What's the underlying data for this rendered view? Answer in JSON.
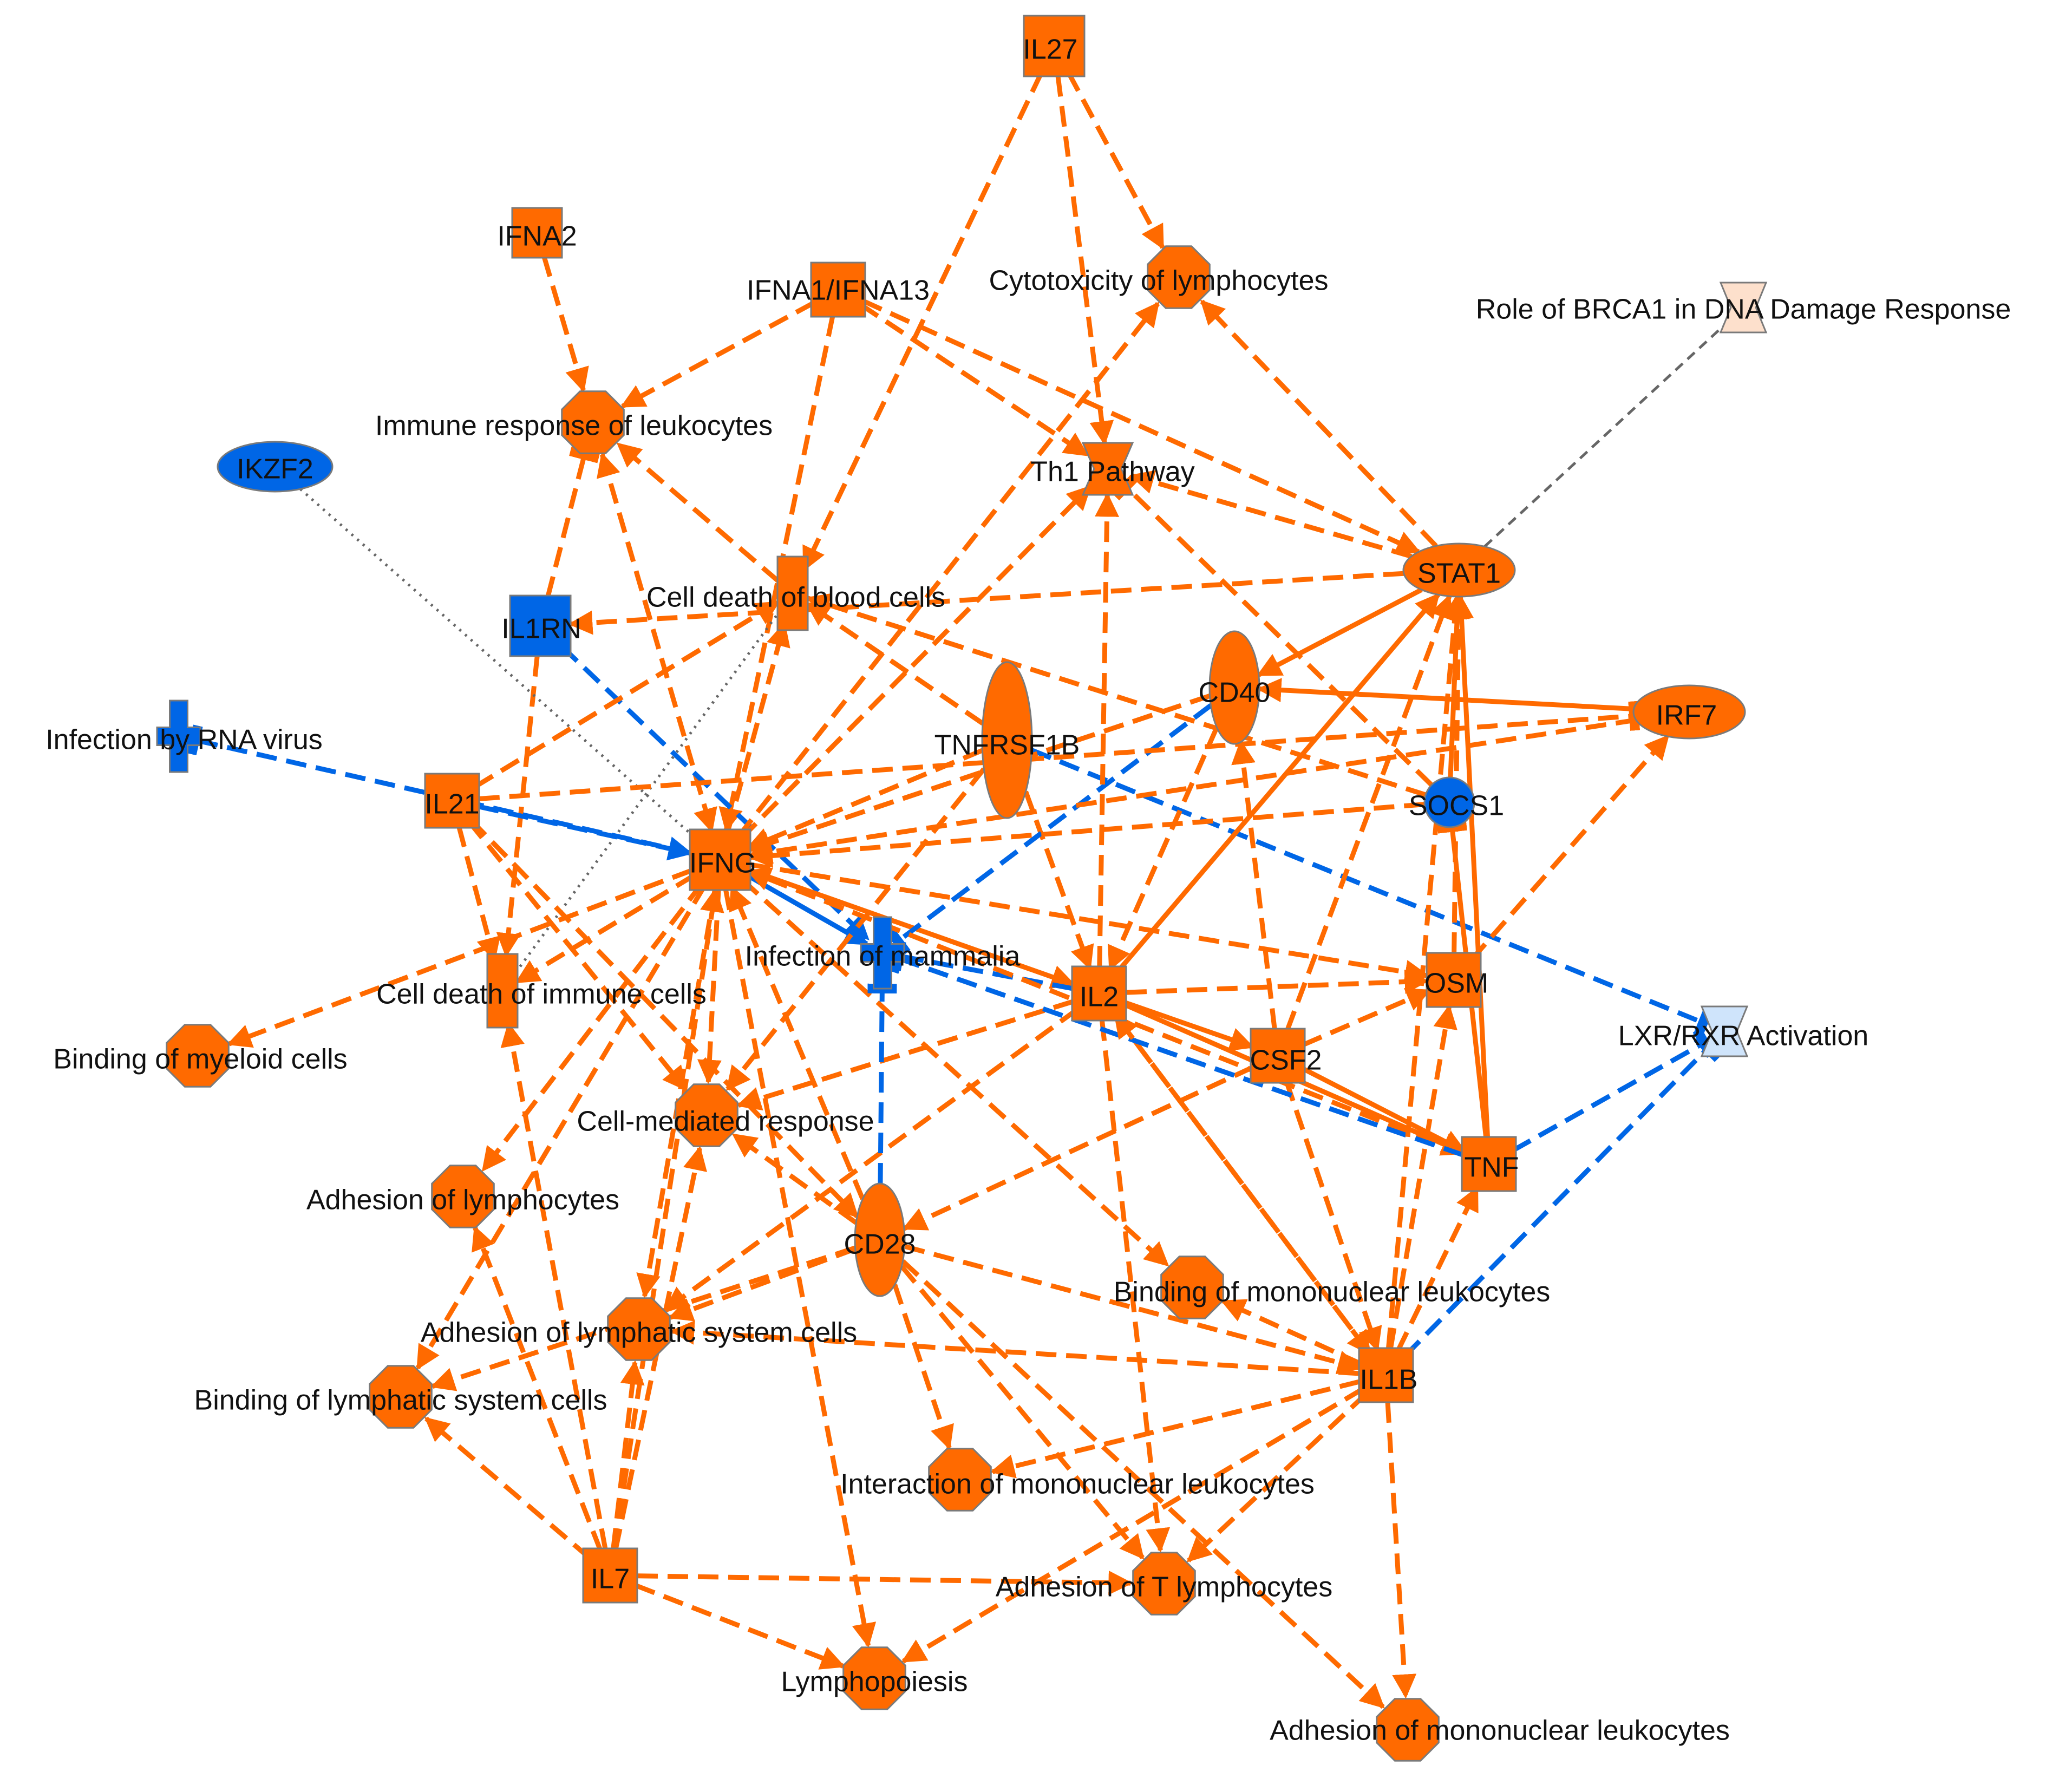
{
  "colors": {
    "orange": "#ff6a00",
    "node_orange_fill": "#ff6a00",
    "blue": "#0066e6",
    "light_orange": "#fde0cc",
    "light_blue": "#cfe4fb",
    "gray": "#666666",
    "node_stroke": "#7a7a7a"
  },
  "nodes": [
    {
      "id": "IL27",
      "label": "IL27",
      "shape": "square",
      "fill": "orange"
    },
    {
      "id": "IFNA2",
      "label": "IFNA2",
      "shape": "square",
      "fill": "orange"
    },
    {
      "id": "IFNA1",
      "label": "IFNA1/IFNA13",
      "shape": "square",
      "fill": "orange"
    },
    {
      "id": "CYTO",
      "label": "Cytotoxicity of lymphocytes",
      "shape": "octagon",
      "fill": "orange"
    },
    {
      "id": "BRCA1",
      "label": "Role of BRCA1 in DNA Damage Response",
      "shape": "hourglass",
      "fill": "light_orange"
    },
    {
      "id": "IMMR",
      "label": "Immune response of leukocytes",
      "shape": "octagon",
      "fill": "orange"
    },
    {
      "id": "IKZF2",
      "label": "IKZF2",
      "shape": "ellipse",
      "fill": "blue"
    },
    {
      "id": "TH1",
      "label": "Th1 Pathway",
      "shape": "hourglass",
      "fill": "orange"
    },
    {
      "id": "STAT1",
      "label": "STAT1",
      "shape": "ellipse",
      "fill": "orange"
    },
    {
      "id": "IL1RN",
      "label": "IL1RN",
      "shape": "square",
      "fill": "blue"
    },
    {
      "id": "CDBC",
      "label": "Cell death of blood cells",
      "shape": "rect",
      "fill": "orange"
    },
    {
      "id": "CD40",
      "label": "CD40",
      "shape": "ellipse",
      "fill": "orange"
    },
    {
      "id": "IRF7",
      "label": "IRF7",
      "shape": "ellipse",
      "fill": "orange"
    },
    {
      "id": "INFRNA",
      "label": "Infection by RNA virus",
      "shape": "cross",
      "fill": "blue"
    },
    {
      "id": "TNFRSF1B",
      "label": "TNFRSF1B",
      "shape": "ellipse",
      "fill": "orange"
    },
    {
      "id": "SOCS1",
      "label": "SOCS1",
      "shape": "circle",
      "fill": "blue"
    },
    {
      "id": "IL21",
      "label": "IL21",
      "shape": "square",
      "fill": "orange"
    },
    {
      "id": "IFNG",
      "label": "IFNG",
      "shape": "square",
      "fill": "orange"
    },
    {
      "id": "INFM",
      "label": "Infection of mammalia",
      "shape": "cross",
      "fill": "blue"
    },
    {
      "id": "OSM",
      "label": "OSM",
      "shape": "square",
      "fill": "orange"
    },
    {
      "id": "CDIC",
      "label": "Cell death of immune cells",
      "shape": "rect",
      "fill": "orange"
    },
    {
      "id": "IL2",
      "label": "IL2",
      "shape": "square",
      "fill": "orange"
    },
    {
      "id": "LXR",
      "label": "LXR/RXR Activation",
      "shape": "hourglass",
      "fill": "light_blue"
    },
    {
      "id": "BMC",
      "label": "Binding of myeloid cells",
      "shape": "octagon",
      "fill": "orange"
    },
    {
      "id": "CSF2",
      "label": "CSF2",
      "shape": "square",
      "fill": "orange"
    },
    {
      "id": "CMR",
      "label": "Cell-mediated response",
      "shape": "octagon",
      "fill": "orange"
    },
    {
      "id": "TNF",
      "label": "TNF",
      "shape": "square",
      "fill": "orange"
    },
    {
      "id": "ADL",
      "label": "Adhesion of lymphocytes",
      "shape": "octagon",
      "fill": "orange"
    },
    {
      "id": "CD28",
      "label": "CD28",
      "shape": "ellipse",
      "fill": "orange"
    },
    {
      "id": "BML",
      "label": "Binding of mononuclear leukocytes",
      "shape": "octagon",
      "fill": "orange"
    },
    {
      "id": "ALS",
      "label": "Adhesion of lymphatic system cells",
      "shape": "octagon",
      "fill": "orange"
    },
    {
      "id": "IL1B",
      "label": "IL1B",
      "shape": "square",
      "fill": "orange"
    },
    {
      "id": "BLS",
      "label": "Binding of lymphatic system cells",
      "shape": "octagon",
      "fill": "orange"
    },
    {
      "id": "IMLK",
      "label": "Interaction of mononuclear leukocytes",
      "shape": "octagon",
      "fill": "orange"
    },
    {
      "id": "IL7",
      "label": "IL7",
      "shape": "square",
      "fill": "orange"
    },
    {
      "id": "ATL",
      "label": "Adhesion of T lymphocytes",
      "shape": "octagon",
      "fill": "orange"
    },
    {
      "id": "LYMPH",
      "label": "Lymphopoiesis",
      "shape": "octagon",
      "fill": "orange"
    },
    {
      "id": "AML",
      "label": "Adhesion of mononuclear leukocytes",
      "shape": "octagon",
      "fill": "orange"
    }
  ],
  "edges": [
    {
      "from": "IL27",
      "to": "CYTO",
      "color": "orange",
      "style": "dashed",
      "end": "arrow"
    },
    {
      "from": "IL27",
      "to": "TH1",
      "color": "orange",
      "style": "dashed",
      "end": "arrow"
    },
    {
      "from": "IL27",
      "to": "CDBC",
      "color": "orange",
      "style": "dashed",
      "end": "arrow"
    },
    {
      "from": "IFNA2",
      "to": "IMMR",
      "color": "orange",
      "style": "dashed",
      "end": "arrow"
    },
    {
      "from": "IFNA1",
      "to": "IMMR",
      "color": "orange",
      "style": "dashed",
      "end": "arrow"
    },
    {
      "from": "IFNA1",
      "to": "TH1",
      "color": "orange",
      "style": "dashed",
      "end": "arrow"
    },
    {
      "from": "IFNA1",
      "to": "STAT1",
      "color": "orange",
      "style": "dashed",
      "end": "arrow"
    },
    {
      "from": "IFNA1",
      "to": "IFNG",
      "color": "orange",
      "style": "dashed",
      "end": "arrow"
    },
    {
      "from": "STAT1",
      "to": "CYTO",
      "color": "orange",
      "style": "dashed",
      "end": "arrow"
    },
    {
      "from": "STAT1",
      "to": "TH1",
      "color": "orange",
      "style": "dashed",
      "end": "arrow"
    },
    {
      "from": "STAT1",
      "to": "IL1RN",
      "color": "orange",
      "style": "dashed",
      "end": "arrow"
    },
    {
      "from": "STAT1",
      "to": "CD40",
      "color": "orange",
      "style": "solid",
      "end": "arrow"
    },
    {
      "from": "STAT1",
      "to": "BRCA1",
      "color": "gray",
      "style": "dashed",
      "end": "none"
    },
    {
      "from": "CDBC",
      "to": "IMMR",
      "color": "orange",
      "style": "dashed",
      "end": "arrow"
    },
    {
      "from": "IMMR",
      "to": "IFNG",
      "color": "orange",
      "style": "dashed",
      "end": "arrow",
      "both": true
    },
    {
      "from": "IL1RN",
      "to": "IMMR",
      "color": "orange",
      "style": "dashed",
      "end": "tee"
    },
    {
      "from": "IL1RN",
      "to": "CDIC",
      "color": "orange",
      "style": "dashed",
      "end": "arrow"
    },
    {
      "from": "IL1RN",
      "to": "INFM",
      "color": "blue",
      "style": "dashed",
      "end": "arrow"
    },
    {
      "from": "IKZF2",
      "to": "IFNG",
      "color": "gray",
      "style": "dotted",
      "end": "none"
    },
    {
      "from": "CDIC",
      "to": "CDBC",
      "color": "gray",
      "style": "dotted",
      "end": "none"
    },
    {
      "from": "IFNG",
      "to": "CYTO",
      "color": "orange",
      "style": "dashed",
      "end": "arrow"
    },
    {
      "from": "IFNG",
      "to": "TH1",
      "color": "orange",
      "style": "dashed",
      "end": "arrow"
    },
    {
      "from": "IFNG",
      "to": "CDBC",
      "color": "orange",
      "style": "dashed",
      "end": "arrow"
    },
    {
      "from": "IFNG",
      "to": "INFRNA",
      "color": "blue",
      "style": "dashed",
      "end": "tee"
    },
    {
      "from": "IFNG",
      "to": "IL2",
      "color": "orange",
      "style": "solid",
      "end": "arrow"
    },
    {
      "from": "IFNG",
      "to": "INFM",
      "color": "blue",
      "style": "solid",
      "end": "arrow"
    },
    {
      "from": "IFNG",
      "to": "CDIC",
      "color": "orange",
      "style": "dashed",
      "end": "arrow"
    },
    {
      "from": "IFNG",
      "to": "BMC",
      "color": "orange",
      "style": "dashed",
      "end": "arrow"
    },
    {
      "from": "IFNG",
      "to": "CMR",
      "color": "orange",
      "style": "dashed",
      "end": "arrow"
    },
    {
      "from": "IFNG",
      "to": "ADL",
      "color": "orange",
      "style": "dashed",
      "end": "arrow"
    },
    {
      "from": "IFNG",
      "to": "ALS",
      "color": "orange",
      "style": "dashed",
      "end": "arrow"
    },
    {
      "from": "IFNG",
      "to": "BLS",
      "color": "orange",
      "style": "dashed",
      "end": "arrow"
    },
    {
      "from": "IFNG",
      "to": "LYMPH",
      "color": "orange",
      "style": "dashed",
      "end": "arrow"
    },
    {
      "from": "IFNG",
      "to": "OSM",
      "color": "orange",
      "style": "dashed",
      "end": "arrow"
    },
    {
      "from": "IFNG",
      "to": "BML",
      "color": "orange",
      "style": "dashed",
      "end": "arrow"
    },
    {
      "from": "TNFRSF1B",
      "to": "IFNG",
      "color": "orange",
      "style": "dashed",
      "end": "arrow"
    },
    {
      "from": "TNFRSF1B",
      "to": "CDBC",
      "color": "orange",
      "style": "dashed",
      "end": "arrow"
    },
    {
      "from": "TNFRSF1B",
      "to": "IL2",
      "color": "orange",
      "style": "dashed",
      "end": "arrow"
    },
    {
      "from": "TNFRSF1B",
      "to": "CMR",
      "color": "orange",
      "style": "dashed",
      "end": "arrow"
    },
    {
      "from": "TNFRSF1B",
      "to": "LXR",
      "color": "blue",
      "style": "dashed",
      "end": "tee"
    },
    {
      "from": "CD40",
      "to": "IFNG",
      "color": "orange",
      "style": "dashed",
      "end": "arrow"
    },
    {
      "from": "CD40",
      "to": "IL2",
      "color": "orange",
      "style": "dashed",
      "end": "arrow"
    },
    {
      "from": "CD40",
      "to": "INFM",
      "color": "blue",
      "style": "dashed",
      "end": "tee"
    },
    {
      "from": "IRF7",
      "to": "CD40",
      "color": "orange",
      "style": "solid",
      "end": "arrow"
    },
    {
      "from": "IRF7",
      "to": "IFNG",
      "color": "orange",
      "style": "dashed",
      "end": "arrow"
    },
    {
      "from": "SOCS1",
      "to": "IFNG",
      "color": "orange",
      "style": "dashed",
      "end": "arrow"
    },
    {
      "from": "SOCS1",
      "to": "STAT1",
      "color": "orange",
      "style": "solid",
      "end": "arrow"
    },
    {
      "from": "SOCS1",
      "to": "CDBC",
      "color": "orange",
      "style": "dashed",
      "end": "arrow"
    },
    {
      "from": "SOCS1",
      "to": "TH1",
      "color": "orange",
      "style": "dashed",
      "end": "tee"
    },
    {
      "from": "IL21",
      "to": "IFNG",
      "color": "blue",
      "style": "dashed",
      "end": "arrow"
    },
    {
      "from": "IL21",
      "to": "CDBC",
      "color": "orange",
      "style": "dashed",
      "end": "arrow"
    },
    {
      "from": "IL21",
      "to": "CDIC",
      "color": "orange",
      "style": "dashed",
      "end": "arrow"
    },
    {
      "from": "IL21",
      "to": "CMR",
      "color": "orange",
      "style": "dashed",
      "end": "arrow"
    },
    {
      "from": "IL21",
      "to": "CD28",
      "color": "orange",
      "style": "dashed",
      "end": "arrow"
    },
    {
      "from": "IL21",
      "to": "IRF7",
      "color": "orange",
      "style": "dashed",
      "end": "tee"
    },
    {
      "from": "IL2",
      "to": "TH1",
      "color": "orange",
      "style": "dashed",
      "end": "arrow"
    },
    {
      "from": "IL2",
      "to": "STAT1",
      "color": "orange",
      "style": "solid",
      "end": "arrow"
    },
    {
      "from": "IL2",
      "to": "OSM",
      "color": "orange",
      "style": "dashed",
      "end": "arrow"
    },
    {
      "from": "IL2",
      "to": "CSF2",
      "color": "orange",
      "style": "solid",
      "end": "arrow"
    },
    {
      "from": "IL2",
      "to": "TNF",
      "color": "orange",
      "style": "solid",
      "end": "arrow"
    },
    {
      "from": "IL2",
      "to": "CMR",
      "color": "orange",
      "style": "dashed",
      "end": "arrow"
    },
    {
      "from": "IL2",
      "to": "ALS",
      "color": "orange",
      "style": "dashed",
      "end": "arrow"
    },
    {
      "from": "IL2",
      "to": "ATL",
      "color": "orange",
      "style": "dashed",
      "end": "arrow"
    },
    {
      "from": "IL2",
      "to": "INFM",
      "color": "blue",
      "style": "dashed",
      "end": "tee"
    },
    {
      "from": "IL2",
      "to": "IL1B",
      "color": "orange",
      "style": "dashed",
      "end": "arrow"
    },
    {
      "from": "CSF2",
      "to": "STAT1",
      "color": "orange",
      "style": "dashed",
      "end": "arrow"
    },
    {
      "from": "CSF2",
      "to": "OSM",
      "color": "orange",
      "style": "dashed",
      "end": "arrow"
    },
    {
      "from": "CSF2",
      "to": "CD28",
      "color": "orange",
      "style": "dashed",
      "end": "arrow"
    },
    {
      "from": "CSF2",
      "to": "IL1B",
      "color": "orange",
      "style": "dashed",
      "end": "arrow"
    },
    {
      "from": "CSF2",
      "to": "CD40",
      "color": "orange",
      "style": "dashed",
      "end": "arrow"
    },
    {
      "from": "CSF2",
      "to": "TNF",
      "color": "orange",
      "style": "solid",
      "end": "arrow"
    },
    {
      "from": "OSM",
      "to": "STAT1",
      "color": "orange",
      "style": "dashed",
      "end": "arrow"
    },
    {
      "from": "OSM",
      "to": "IRF7",
      "color": "orange",
      "style": "dashed",
      "end": "arrow"
    },
    {
      "from": "TNF",
      "to": "STAT1",
      "color": "orange",
      "style": "solid",
      "end": "arrow"
    },
    {
      "from": "TNF",
      "to": "IFNG",
      "color": "orange",
      "style": "dashed",
      "end": "arrow"
    },
    {
      "from": "TNF",
      "to": "INFM",
      "color": "blue",
      "style": "dashed",
      "end": "tee"
    },
    {
      "from": "TNF",
      "to": "LXR",
      "color": "blue",
      "style": "dashed",
      "end": "tee"
    },
    {
      "from": "TNF",
      "to": "SOCS1",
      "color": "orange",
      "style": "solid",
      "end": "tee"
    },
    {
      "from": "IL1B",
      "to": "STAT1",
      "color": "orange",
      "style": "dashed",
      "end": "arrow"
    },
    {
      "from": "IL1B",
      "to": "OSM",
      "color": "orange",
      "style": "dashed",
      "end": "arrow"
    },
    {
      "from": "IL1B",
      "to": "TNF",
      "color": "orange",
      "style": "dashed",
      "end": "arrow"
    },
    {
      "from": "IL1B",
      "to": "IL2",
      "color": "orange",
      "style": "dashed",
      "end": "arrow"
    },
    {
      "from": "IL1B",
      "to": "BML",
      "color": "orange",
      "style": "dashed",
      "end": "arrow"
    },
    {
      "from": "IL1B",
      "to": "ALS",
      "color": "orange",
      "style": "dashed",
      "end": "arrow"
    },
    {
      "from": "IL1B",
      "to": "IMLK",
      "color": "orange",
      "style": "dashed",
      "end": "arrow"
    },
    {
      "from": "IL1B",
      "to": "ATL",
      "color": "orange",
      "style": "dashed",
      "end": "arrow"
    },
    {
      "from": "IL1B",
      "to": "AML",
      "color": "orange",
      "style": "dashed",
      "end": "arrow"
    },
    {
      "from": "IL1B",
      "to": "LYMPH",
      "color": "orange",
      "style": "dashed",
      "end": "arrow"
    },
    {
      "from": "IL1B",
      "to": "LXR",
      "color": "blue",
      "style": "dashed",
      "end": "tee"
    },
    {
      "from": "CD28",
      "to": "IFNG",
      "color": "orange",
      "style": "dashed",
      "end": "arrow"
    },
    {
      "from": "CD28",
      "to": "CMR",
      "color": "orange",
      "style": "dashed",
      "end": "arrow"
    },
    {
      "from": "CD28",
      "to": "ALS",
      "color": "orange",
      "style": "dashed",
      "end": "arrow"
    },
    {
      "from": "CD28",
      "to": "BLS",
      "color": "orange",
      "style": "dashed",
      "end": "arrow"
    },
    {
      "from": "CD28",
      "to": "IMLK",
      "color": "orange",
      "style": "dashed",
      "end": "arrow"
    },
    {
      "from": "CD28",
      "to": "ATL",
      "color": "orange",
      "style": "dashed",
      "end": "arrow"
    },
    {
      "from": "CD28",
      "to": "AML",
      "color": "orange",
      "style": "dashed",
      "end": "arrow"
    },
    {
      "from": "CD28",
      "to": "IL1B",
      "color": "orange",
      "style": "dashed",
      "end": "arrow"
    },
    {
      "from": "CD28",
      "to": "INFM",
      "color": "blue",
      "style": "dashed",
      "end": "tee"
    },
    {
      "from": "IL7",
      "to": "IFNG",
      "color": "orange",
      "style": "dashed",
      "end": "arrow"
    },
    {
      "from": "IL7",
      "to": "CDIC",
      "color": "orange",
      "style": "dashed",
      "end": "arrow"
    },
    {
      "from": "IL7",
      "to": "ADL",
      "color": "orange",
      "style": "dashed",
      "end": "arrow"
    },
    {
      "from": "IL7",
      "to": "ALS",
      "color": "orange",
      "style": "dashed",
      "end": "arrow"
    },
    {
      "from": "IL7",
      "to": "BLS",
      "color": "orange",
      "style": "dashed",
      "end": "arrow"
    },
    {
      "from": "IL7",
      "to": "ATL",
      "color": "orange",
      "style": "dashed",
      "end": "arrow"
    },
    {
      "from": "IL7",
      "to": "LYMPH",
      "color": "orange",
      "style": "dashed",
      "end": "arrow"
    },
    {
      "from": "IL7",
      "to": "CMR",
      "color": "orange",
      "style": "dashed",
      "end": "arrow"
    }
  ]
}
